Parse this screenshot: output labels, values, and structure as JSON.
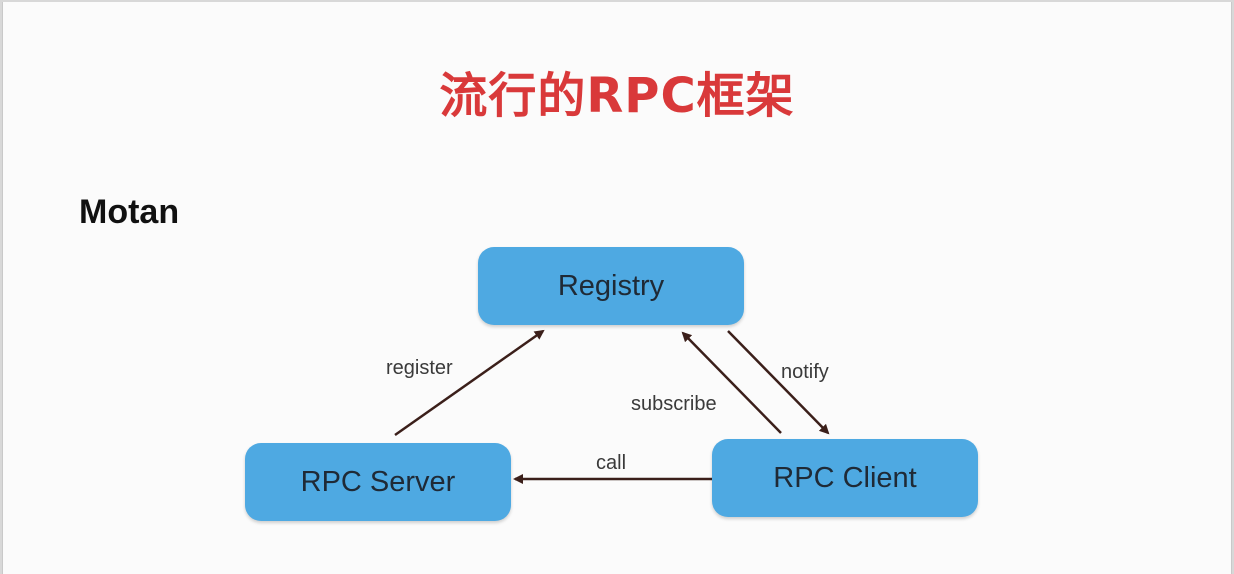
{
  "slide": {
    "title": "流行的RPC框架",
    "subtitle": "Motan"
  },
  "diagram": {
    "nodes": {
      "registry": "Registry",
      "server": "RPC Server",
      "client": "RPC Client"
    },
    "edges": {
      "register": "register",
      "subscribe": "subscribe",
      "notify": "notify",
      "call": "call"
    }
  },
  "colors": {
    "title": "#d9393a",
    "node_fill": "#4ea9e2",
    "arrow": "#3b1f1a"
  }
}
